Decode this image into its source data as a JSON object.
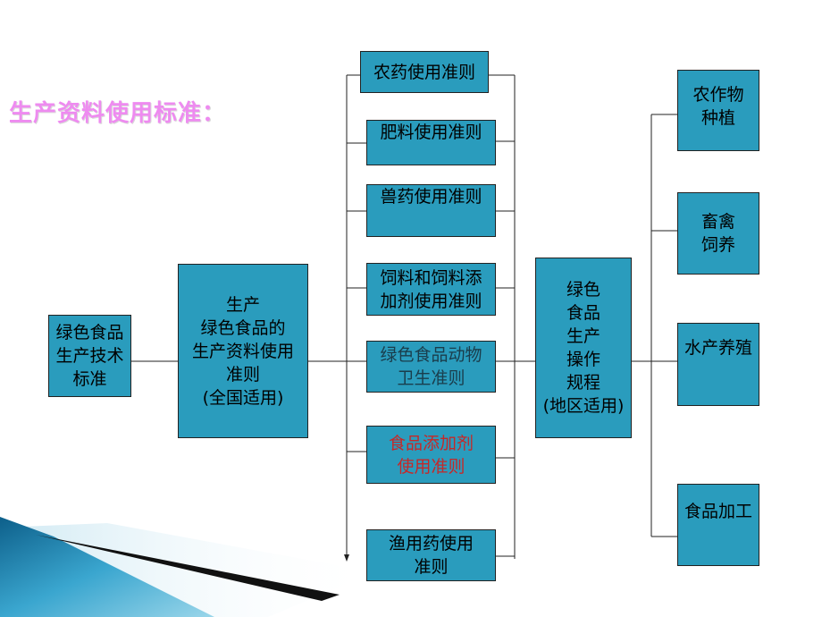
{
  "title": "生产资料使用标准：",
  "diagram": {
    "root": "绿色食品\n生产技术\n标准",
    "national": "生产\n绿色食品的\n生产资料使用\n准则\n(全国适用)",
    "standards": [
      {
        "label": "农药使用准则"
      },
      {
        "label": "肥料使用准则"
      },
      {
        "label": "兽药使用准则"
      },
      {
        "label": "饲料和饲料添\n加剂使用准则"
      },
      {
        "label": "绿色食品动物\n卫生准则"
      },
      {
        "label": "食品添加剂\n使用准则",
        "color": "#c62828"
      },
      {
        "label": "渔用药使用\n准则"
      }
    ],
    "regional": "绿色\n食品\n生产\n操作\n规程\n(地区适用)",
    "applications": [
      "农作物\n种植",
      "畜禽\n饲养",
      "水产养殖",
      "食品加工"
    ],
    "colors": {
      "box_fill": "#2a9cbd",
      "title": "#ee8bf0",
      "highlight": "#c62828"
    }
  }
}
